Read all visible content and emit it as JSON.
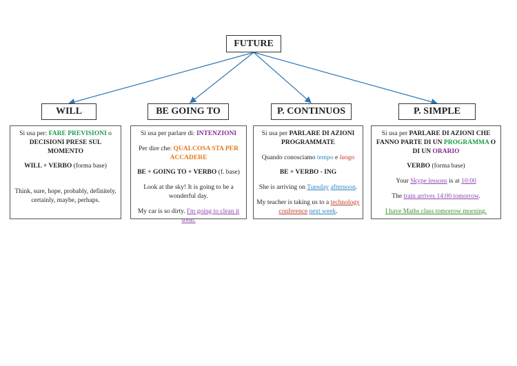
{
  "root": {
    "title": "FUTURE"
  },
  "categories": {
    "will": "WILL",
    "going": "BE GOING TO",
    "continuous": "P. CONTINUOS",
    "simple": "P. SIMPLE"
  },
  "will": {
    "intro": "Si usa per: ",
    "highlight": "FARE PREVISIONI",
    "intro_tail": " o",
    "line2": "DECISIONI PRESE SUL MOMENTO",
    "formula_bold": "WILL + VERBO",
    "formula_tail": " (forma base)",
    "examples": "Think, sure, hope, probably, definitely, certainly, maybe, perhaps."
  },
  "going": {
    "intro": "Si usa per parlare di: ",
    "highlight": "INTENZIONI",
    "intro2": "Per dire che: ",
    "highlight2": "QUALCOSA STA PER ACCADERE",
    "formula_bold": "BE + GOING TO + VERBO",
    "formula_tail": " (f. base)",
    "example1": "Look at the sky! It is going to be a wonderful day.",
    "example2_start": "My car is so dirty. ",
    "example2_link": "I'm going to clean it soon."
  },
  "continuous": {
    "intro": "Si usa per ",
    "highlight": "PARLARE DI AZIONI PROGRAMMATE",
    "know_start": "Quando conosciamo ",
    "know_time": "tempo",
    "know_mid": " e ",
    "know_place": "luogo",
    "formula": "BE + VERBO - ING",
    "ex1_start": "She is arriving on ",
    "ex1_day": "Tuesday",
    "ex1_space": " ",
    "ex1_part": "afternoon",
    "ex1_end": ".",
    "ex2_start": "My teacher is taking us to a ",
    "ex2_event": "technology conference",
    "ex2_space": " ",
    "ex2_time": "next week",
    "ex2_end": "."
  },
  "simple": {
    "intro": "Si usa per ",
    "highlight": "PARLARE DI AZIONI CHE FANNO PARTE DI UN ",
    "program": "PROGRAMMA",
    "mid": " O DI UN ",
    "schedule": "ORARIO",
    "formula_bold": "VERBO",
    "formula_tail": " (forma base)",
    "ex1_start": "Your ",
    "ex1_link": "Skype lessons",
    "ex1_mid": " is at ",
    "ex1_time": "10:00",
    "ex2_start": "The ",
    "ex2_link": "train arrives 14:00 tomorrow",
    "ex2_end": ".",
    "ex3": "I have Maths class tomorrow morning."
  },
  "colors": {
    "arrow": "#2e75b6",
    "green": "#1a9a4a",
    "purple": "#7b2b8f",
    "orange": "#e07b1a"
  }
}
